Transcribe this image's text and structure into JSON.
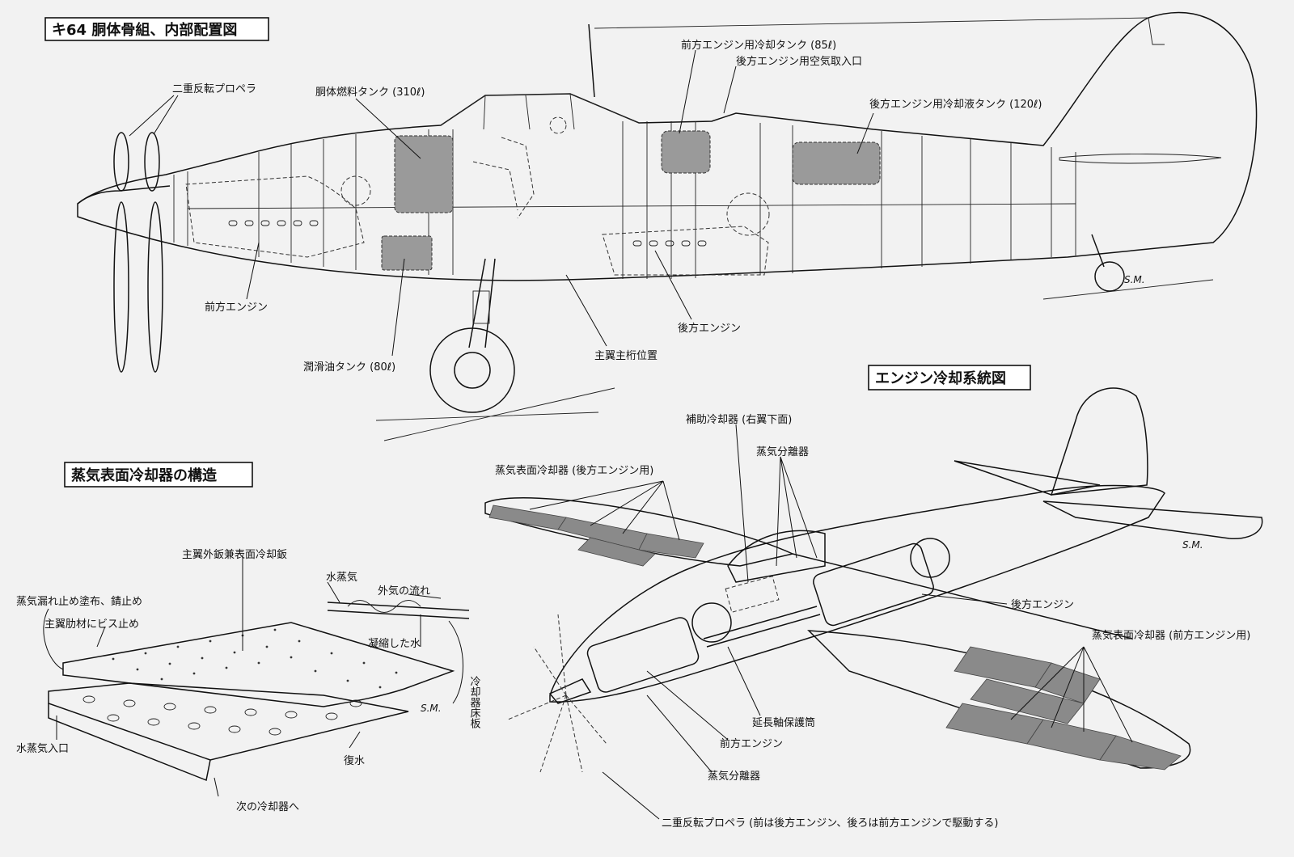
{
  "titles": {
    "main": "キ64 胴体骨組、内部配置図",
    "cooling_system": "エンジン冷却系統図",
    "condenser_structure": "蒸気表面冷却器の構造"
  },
  "labels": {
    "contra_prop": "二重反転プロペラ",
    "fuselage_fuel_tank": "胴体燃料タンク (310ℓ)",
    "front_coolant_tank": "前方エンジン用冷却タンク (85ℓ)",
    "rear_air_intake": "後方エンジン用空気取入口",
    "rear_coolant_tank": "後方エンジン用冷却液タンク (120ℓ)",
    "front_engine": "前方エンジン",
    "rear_engine": "後方エンジン",
    "oil_tank": "潤滑油タンク (80ℓ)",
    "main_spar": "主翼主桁位置",
    "aux_cooler": "補助冷却器 (右翼下面)",
    "steam_separator_top": "蒸気分離器",
    "surface_cooler_rear": "蒸気表面冷却器 (後方エンジン用)",
    "rear_engine_iso": "後方エンジン",
    "surface_cooler_front": "蒸気表面冷却器 (前方エンジン用)",
    "extension_shaft": "延長軸保護筒",
    "front_engine_iso": "前方エンジン",
    "steam_separator_bottom": "蒸気分離器",
    "contra_prop_iso": "二重反転プロペラ (前は後方エンジン、後ろは前方エンジンで駆動する)",
    "wing_skin_cooler": "主翼外鈑兼表面冷却鈑",
    "steam": "水蒸気",
    "airflow": "外気の流れ",
    "leak_seal": "蒸気漏れ止め塗布、錆止め",
    "rib_screw": "主翼肋材にビス止め",
    "condensed_water": "凝縮した水",
    "cooler_floor": "冷却器床板",
    "steam_inlet": "水蒸気入口",
    "return_water": "復水",
    "to_next_cooler": "次の冷却器へ"
  },
  "signatures": [
    "S.M.",
    "S.M.",
    "S.M."
  ]
}
